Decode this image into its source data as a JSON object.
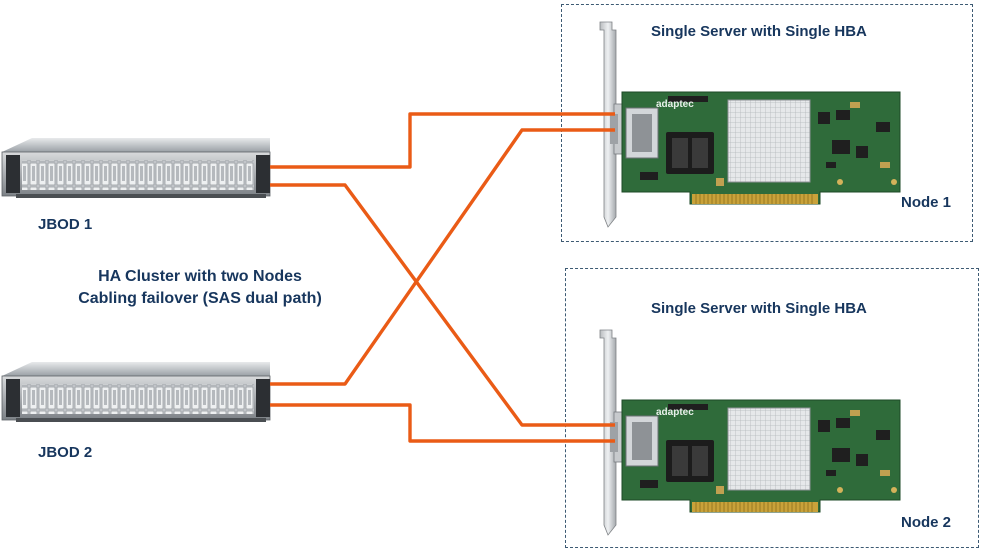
{
  "caption": {
    "line1": "HA Cluster with two Nodes",
    "line2": "Cabling failover (SAS dual path)"
  },
  "jbods": [
    {
      "label": "JBOD 1"
    },
    {
      "label": "JBOD 2"
    }
  ],
  "nodes": [
    {
      "title": "Single Server with Single HBA",
      "label": "Node 1",
      "hba_brand": "adaptec"
    },
    {
      "title": "Single Server with Single HBA",
      "label": "Node 2",
      "hba_brand": "adaptec"
    }
  ],
  "colors": {
    "cable": "#ea5b16",
    "text": "#17365d",
    "pcb": "#2f6b3a",
    "box_border": "#3d5a73"
  }
}
